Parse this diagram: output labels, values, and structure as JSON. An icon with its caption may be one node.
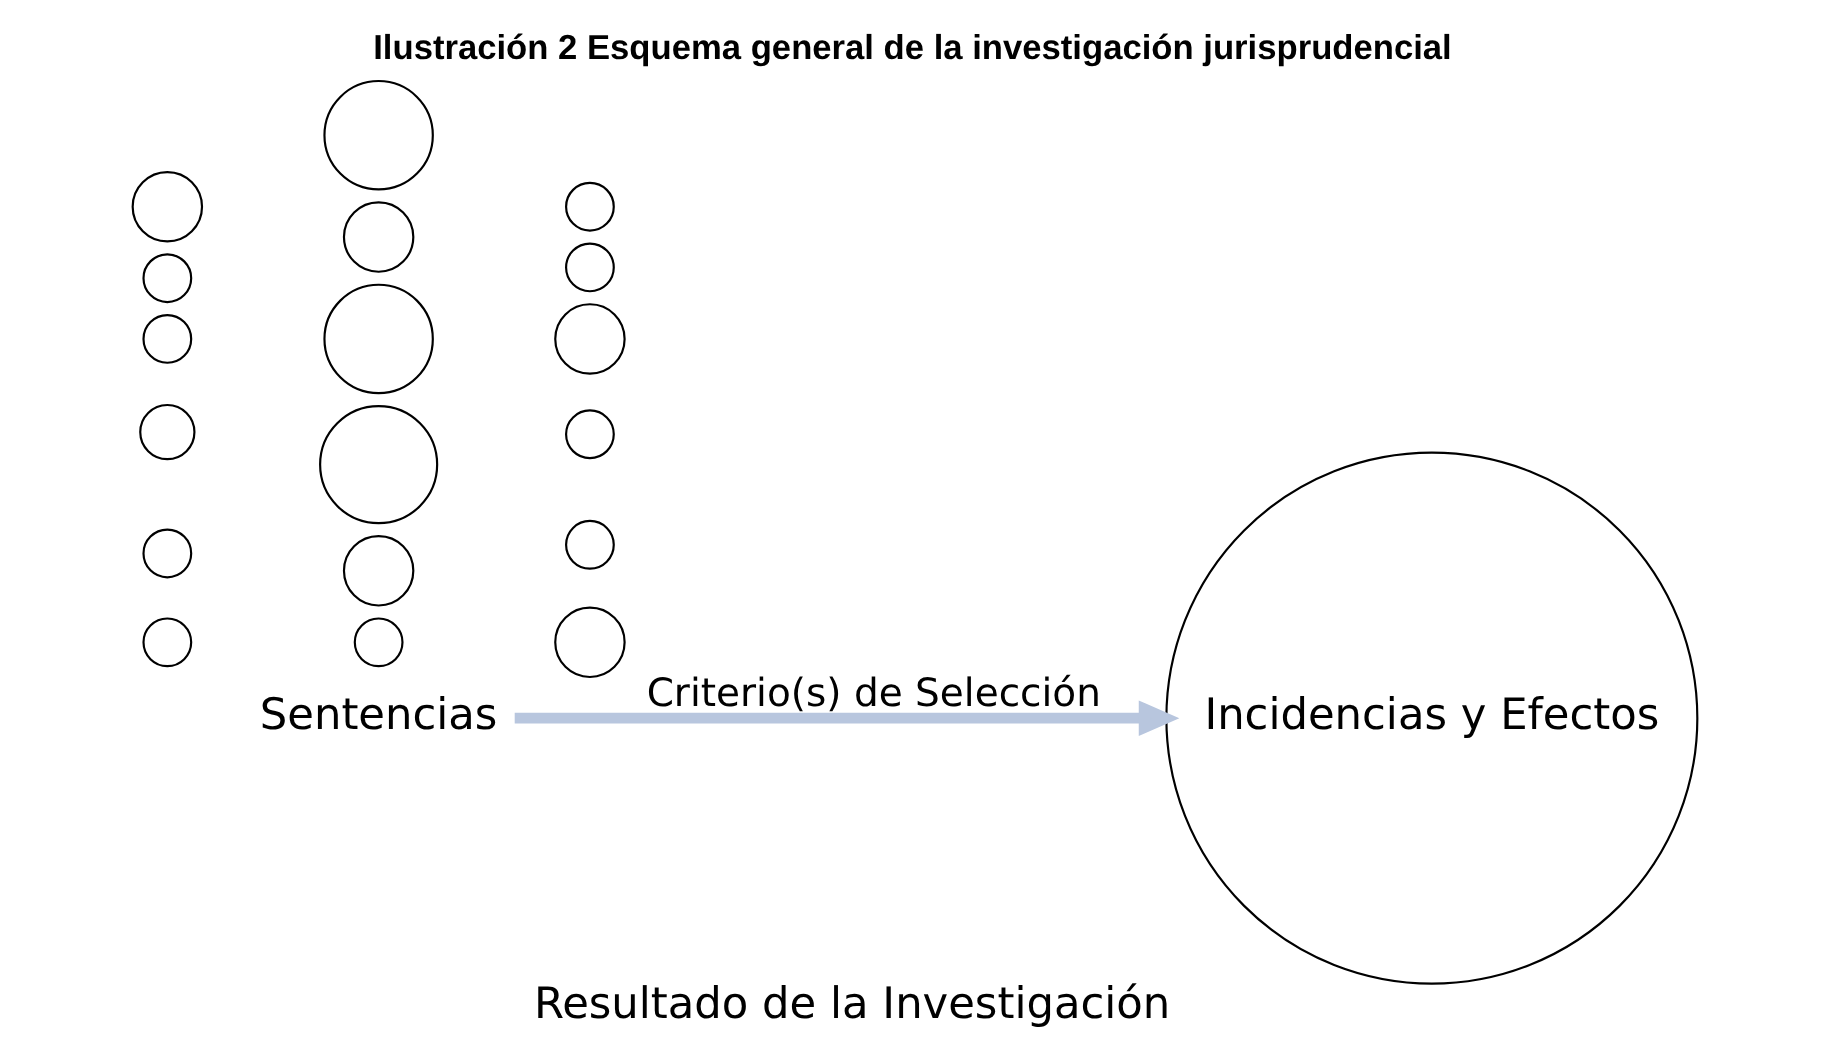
{
  "diagram": {
    "title": "Ilustración 2 Esquema general de la investigación jurisprudencial",
    "nodes": [
      {
        "text": [
          "Sentencias"
        ]
      },
      {
        "text": [],
        "shape": "circle"
      },
      {
        "text": [],
        "shape": "circle"
      },
      {
        "text": [],
        "shape": "circle"
      },
      {
        "text": [],
        "shape": "circle"
      },
      {
        "text": [],
        "shape": "circle"
      },
      {
        "text": [],
        "shape": "circle"
      },
      {
        "text": [],
        "shape": "circle"
      },
      {
        "text": [],
        "shape": "circle"
      },
      {
        "text": [],
        "shape": "circle"
      },
      {
        "text": [],
        "shape": "circle"
      },
      {
        "text": [],
        "shape": "circle"
      },
      {
        "text": [],
        "shape": "circle"
      },
      {
        "text": [],
        "shape": "circle"
      },
      {
        "text": [],
        "shape": "circle"
      },
      {
        "text": [],
        "shape": "circle"
      },
      {
        "text": [],
        "shape": "circle"
      },
      {
        "text": [],
        "shape": "circle"
      },
      {
        "text": [],
        "shape": "circle"
      },
      {
        "text": [
          "Incidencias y Efectos"
        ],
        "beside": [
          "Resultado de la Investigación"
        ]
      }
    ],
    "edges": [
      {
        "from": 0,
        "to": 19,
        "arrow": "to",
        "label": "Criterio(s) de Selección",
        "color": "#b8c6de"
      }
    ]
  }
}
